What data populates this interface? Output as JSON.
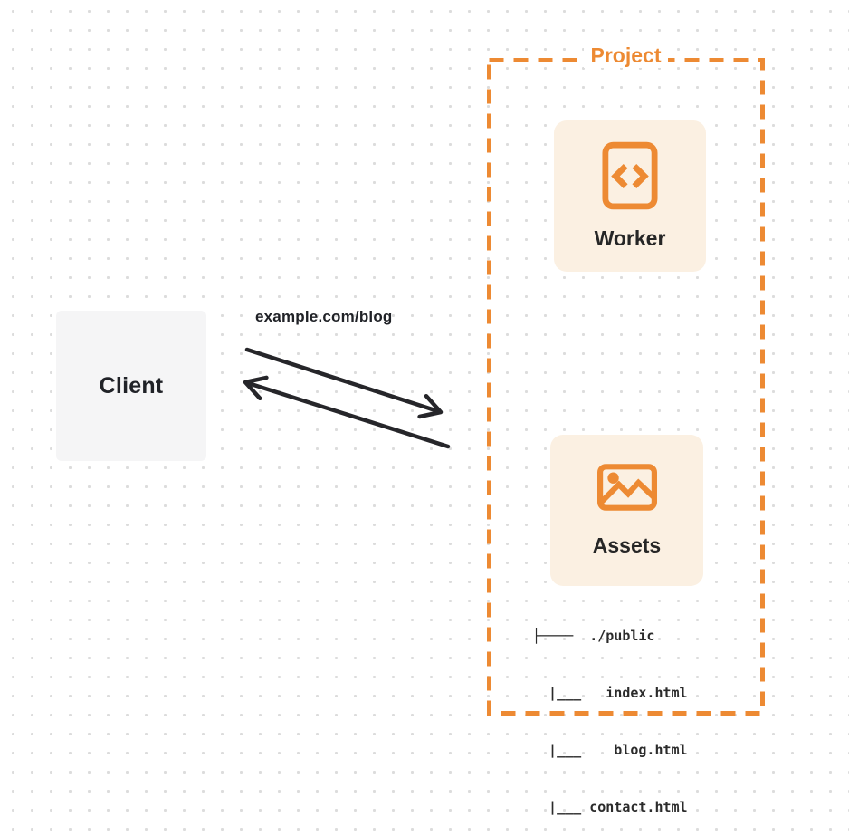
{
  "colors": {
    "accent_orange": "#ED8A33",
    "card_background": "#FBF0E2",
    "client_background": "#F5F5F6",
    "arrow_dark": "#26262A",
    "dot_grid": "#DCDCDC"
  },
  "client": {
    "label": "Client"
  },
  "request": {
    "url_label": "example.com/blog"
  },
  "project": {
    "label": "Project",
    "worker": {
      "label": "Worker",
      "icon": "code-file-icon"
    },
    "assets": {
      "label": "Assets",
      "icon": "image-icon",
      "file_tree": {
        "lines": [
          "├────  ./public",
          "  |___   index.html",
          "  |___    blog.html",
          "  |___ contact.html"
        ]
      }
    }
  }
}
